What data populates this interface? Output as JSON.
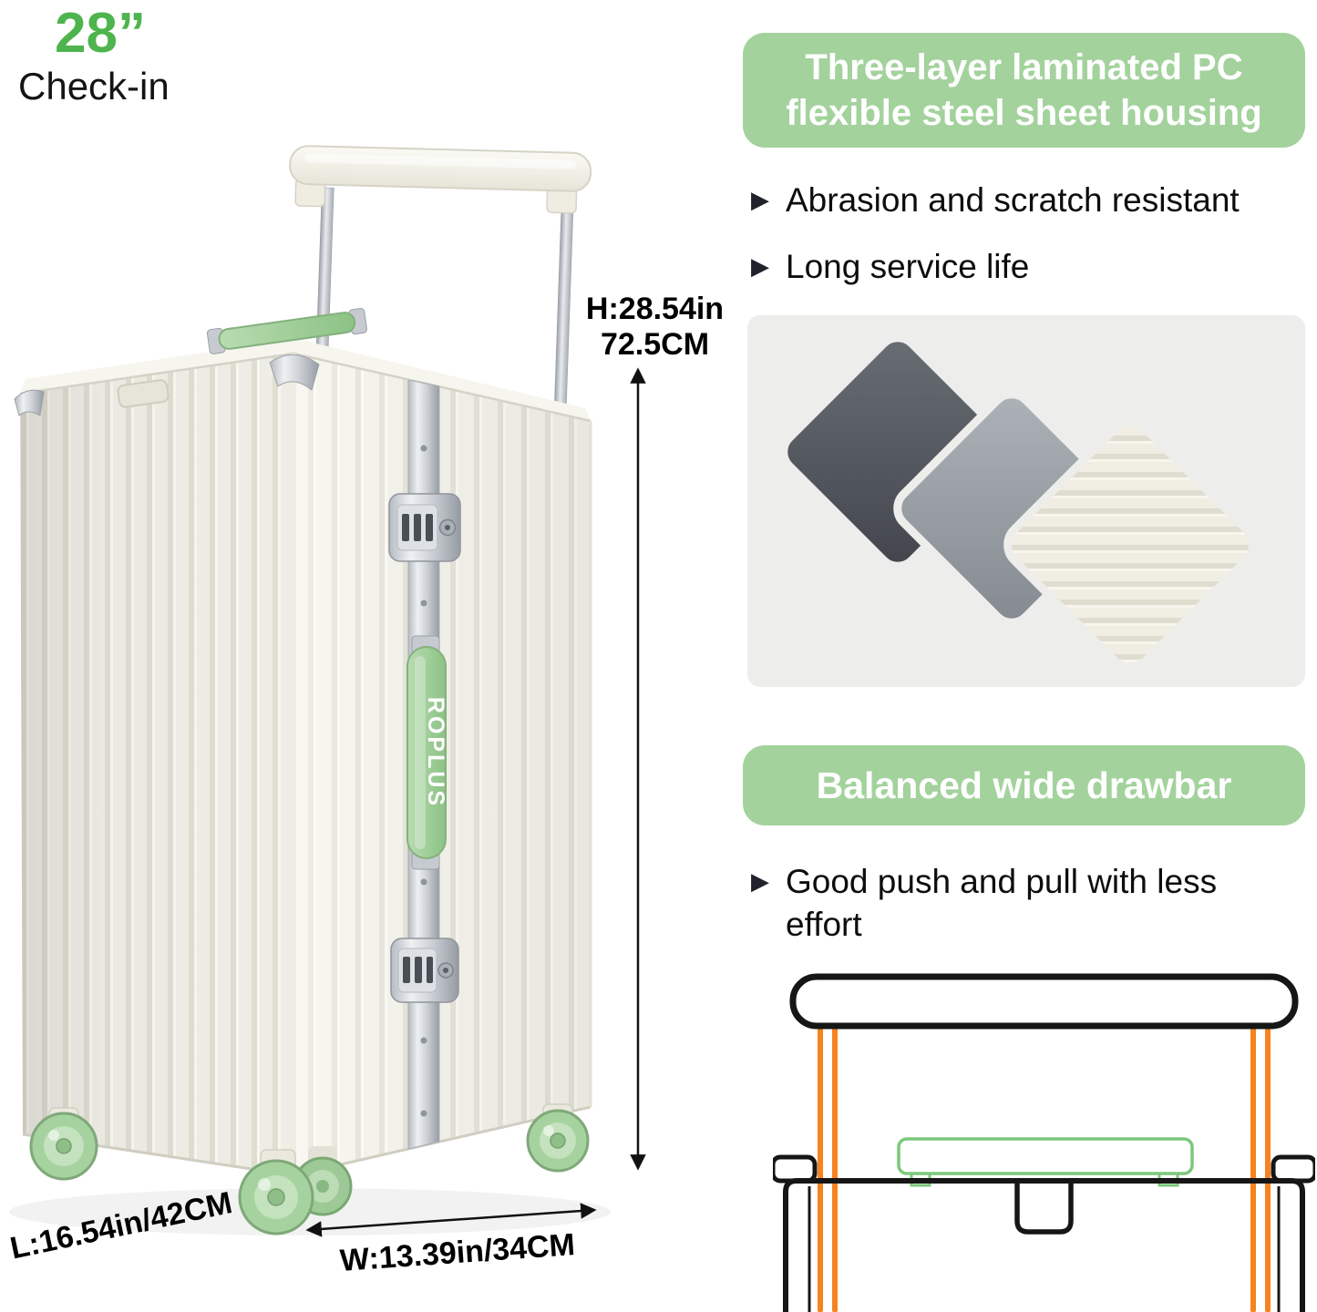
{
  "colors": {
    "accent_green": "#4eb44e",
    "banner_green": "#a3d29c",
    "suitcase_cream": "#f2f1e9",
    "hardware_green": "#a6d2a0",
    "diagram_orange": "#f5831f"
  },
  "icons": {
    "bullet_arrow": "▶"
  },
  "product": {
    "size_label": "28”",
    "type_label": "Check-in",
    "brand": "ROPLUS"
  },
  "dimensions": {
    "height_in": "H:28.54in",
    "height_cm": "72.5CM",
    "length": "L:16.54in/42CM",
    "width": "W:13.39in/34CM"
  },
  "features": {
    "section1": {
      "title": "Three-layer laminated PC flexible steel sheet housing",
      "bullets": [
        "Abrasion and scratch resistant",
        "Long service life"
      ]
    },
    "section2": {
      "title": "Balanced wide drawbar",
      "bullets": [
        "Good push and pull with less effort"
      ]
    }
  }
}
